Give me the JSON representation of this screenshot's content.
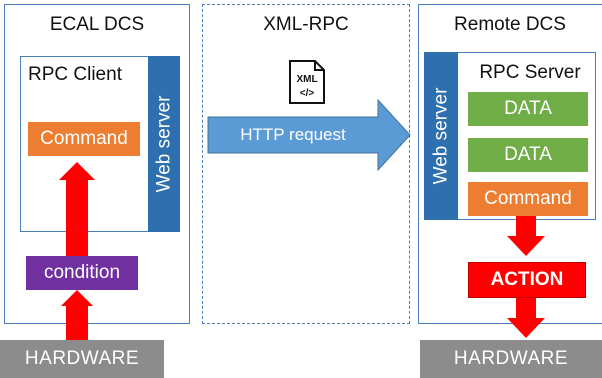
{
  "left_panel": {
    "title": "ECAL DCS",
    "client_title": "RPC Client",
    "web_server": "Web server",
    "command": "Command",
    "condition": "condition"
  },
  "middle_panel": {
    "title": "XML-RPC",
    "xml_icon_text": "XML",
    "xml_icon_tag": "</>",
    "request": "HTTP request"
  },
  "right_panel": {
    "title": "Remote DCS",
    "server_title": "RPC Server",
    "web_server": "Web server",
    "data_1": "DATA",
    "data_2": "DATA",
    "command": "Command",
    "action": "ACTION"
  },
  "hardware_left": "HARDWARE",
  "hardware_right": "HARDWARE",
  "colors": {
    "blue": "#2e6fb0",
    "orange": "#ed7d31",
    "green": "#70ad47",
    "purple": "#7030a0",
    "red": "#ff0000",
    "gray": "#8c8c8c",
    "arrow_blue": "#5b9bd5"
  }
}
